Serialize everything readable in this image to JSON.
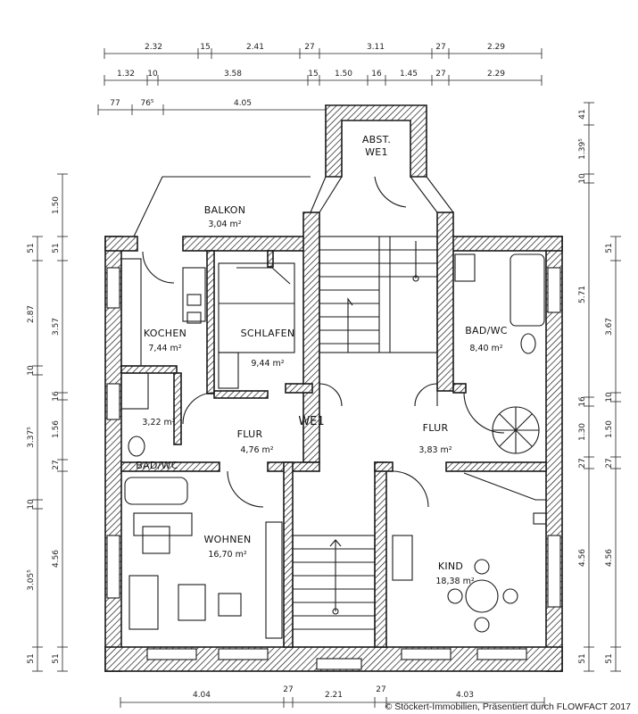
{
  "dimensions": {
    "top_row1": [
      "2.32",
      "15",
      "2.41",
      "27",
      "3.11",
      "27",
      "2.29"
    ],
    "top_row2": [
      "1.32",
      "10",
      "3.58",
      "15",
      "1.50",
      "16",
      "1.45",
      "27",
      "2.29"
    ],
    "top_row3": [
      "77",
      "76⁵",
      "4.05"
    ],
    "bottom": [
      "4.04",
      "27",
      "2.21",
      "27",
      "4.03"
    ],
    "left_outer": [
      "51",
      "2.87",
      "10",
      "3.37⁵",
      "10",
      "3.05⁵",
      "51"
    ],
    "left_inner": [
      "1.50",
      "51",
      "3.57",
      "16",
      "1.56",
      "27",
      "4.56",
      "51"
    ],
    "right_inner": [
      "41",
      "1.39⁵",
      "10",
      "5.71",
      "16",
      "1.30",
      "27",
      "4.56",
      "51"
    ],
    "right_outer": [
      "51",
      "3.67",
      "10",
      "1.50",
      "27",
      "4.56",
      "51"
    ]
  },
  "rooms": {
    "abst": {
      "name": "ABST.",
      "sub": "WE1"
    },
    "balkon": {
      "name": "BALKON",
      "area": "3,04 m²"
    },
    "kochen": {
      "name": "KOCHEN",
      "area": "7,44 m²"
    },
    "schlafen": {
      "name": "SCHLAFEN",
      "area": "9,44 m²"
    },
    "bad_left": {
      "name": "BAD/WC",
      "area": "3,22 m²"
    },
    "flur_left": {
      "name": "FLUR",
      "area": "4,76 m²"
    },
    "we1": {
      "name": "WE1"
    },
    "wohnen": {
      "name": "WOHNEN",
      "area": "16,70 m²"
    },
    "bad_right": {
      "name": "BAD/WC",
      "area": "8,40 m²"
    },
    "flur_right": {
      "name": "FLUR",
      "area": "3,83 m²"
    },
    "kind": {
      "name": "KIND",
      "area": "18,38 m²"
    }
  },
  "copyright": "© Stöckert-Immobilien, Präsentiert durch FLOWFACT 2017"
}
